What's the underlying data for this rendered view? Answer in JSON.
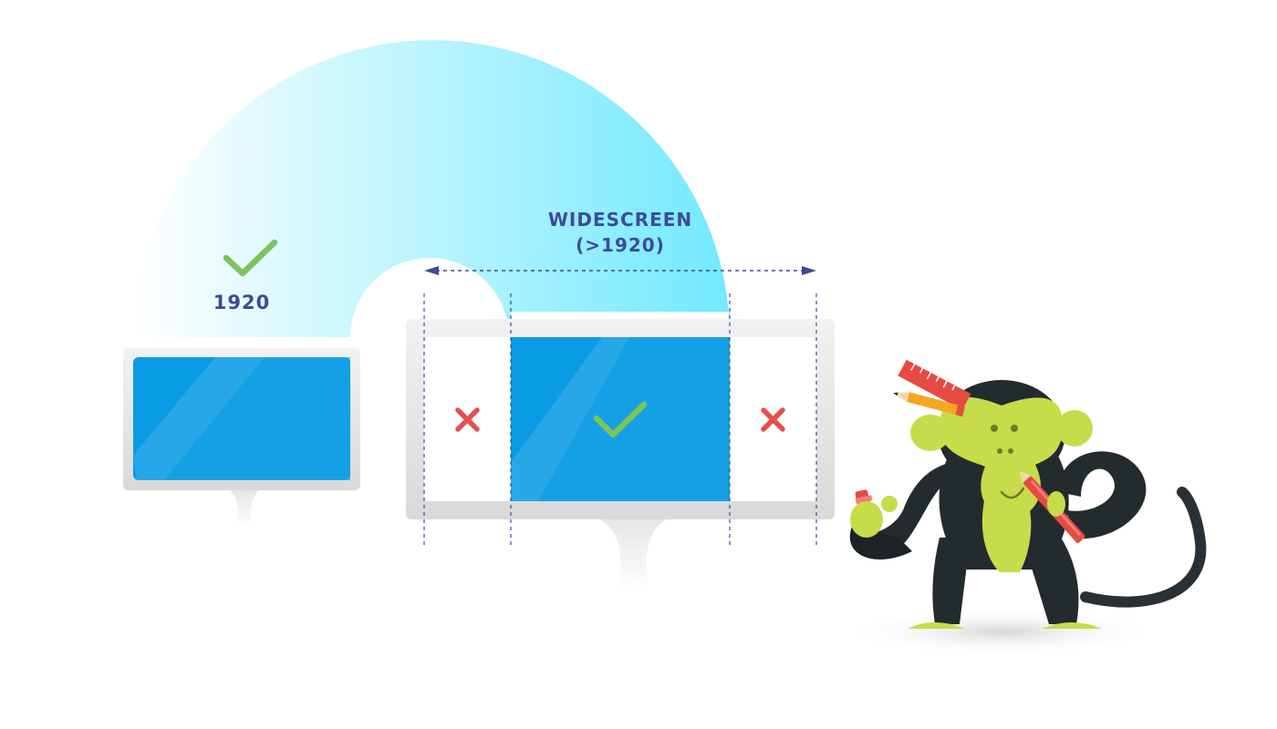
{
  "labels": {
    "standard_width": "1920",
    "widescreen_title": "WIDESCREEN",
    "widescreen_range": "(>1920)"
  },
  "icons": {
    "standard_check": "check-icon",
    "widescreen_center_check": "check-icon",
    "left_margin_cross": "cross-icon",
    "right_margin_cross": "cross-icon",
    "width_arrow": "double-arrow-icon",
    "mascot": "monkey-mascot-illustration"
  },
  "colors": {
    "arc_start": "#e9fcff",
    "arc_end": "#7be9ff",
    "screen_blue": "#0a9be5",
    "check_green": "#7cc35a",
    "cross_red": "#e3504d",
    "label_navy": "#3d4a9a",
    "monitor_frame": "#e6e6e6"
  }
}
